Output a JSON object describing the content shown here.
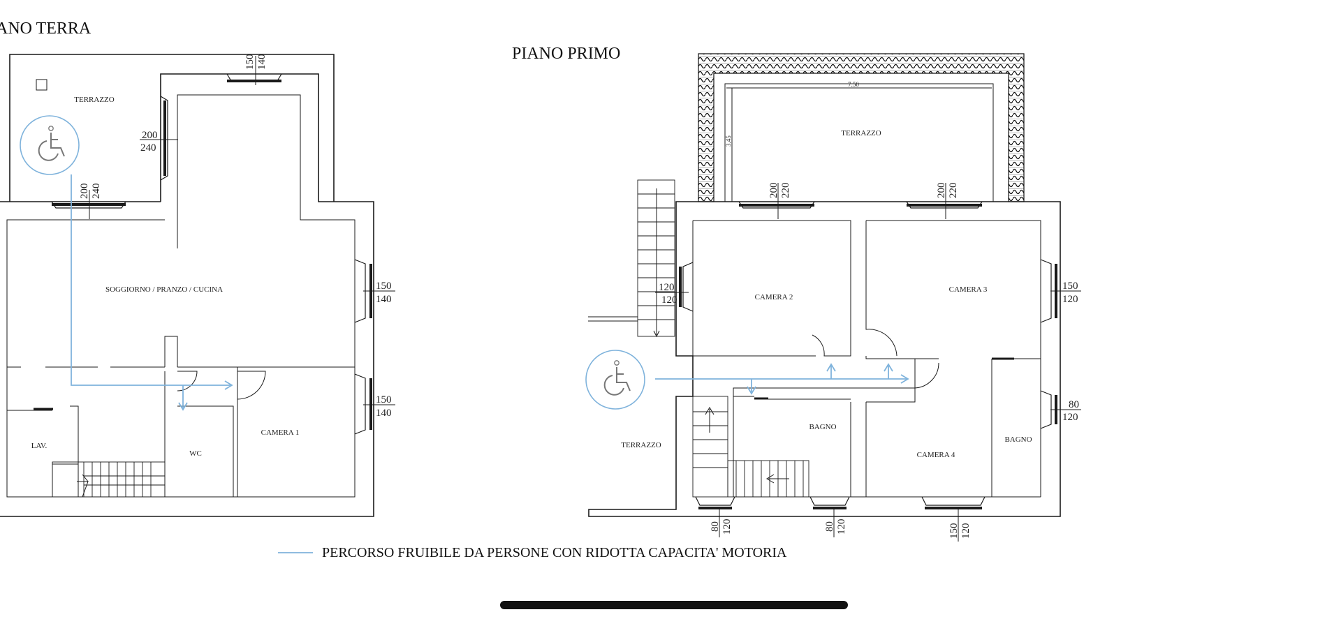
{
  "titles": {
    "ground_floor": "ANO TERRA",
    "first_floor": "PIANO PRIMO"
  },
  "ground_floor": {
    "rooms": {
      "terrazzo": "TERRAZZO",
      "soggiorno": "SOGGIORNO / PRANZO / CUCINA",
      "camera1": "CAMERA 1",
      "wc": "WC",
      "lav": "LAV."
    },
    "dims": {
      "top_window_w": "150",
      "top_window_h": "140",
      "left_window_w": "200",
      "left_window_h": "240",
      "door_w": "200",
      "door_h": "240",
      "right_upper_w": "150",
      "right_upper_h": "140",
      "right_lower_w": "150",
      "right_lower_h": "140"
    }
  },
  "first_floor": {
    "rooms": {
      "terrazzo_top": "TERRAZZO",
      "camera2": "CAMERA 2",
      "camera3": "CAMERA 3",
      "camera4": "CAMERA 4",
      "bagno1": "BAGNO",
      "bagno2": "BAGNO",
      "terrazzo_left": "TERRAZZO"
    },
    "dims": {
      "terrace_width": "7.50",
      "terrace_depth": "3.45",
      "cam2_top_w": "200",
      "cam2_top_h": "220",
      "cam3_top_w": "200",
      "cam3_top_h": "220",
      "cam2_left_w": "120",
      "cam2_left_h": "120",
      "cam3_right_w": "150",
      "cam3_right_h": "120",
      "bagno_right_w": "80",
      "bagno_right_h": "120",
      "bottom1_w": "80",
      "bottom1_h": "120",
      "bottom2_w": "80",
      "bottom2_h": "120",
      "bottom3_w": "150",
      "bottom3_h": "120"
    }
  },
  "legend": {
    "label": "PERCORSO FRUIBILE DA PERSONE CON RIDOTTA CAPACITA' MOTORIA",
    "color": "#7fb3dc"
  },
  "icons": [
    "wheelchair-accessibility-icon",
    "wheelchair-accessibility-icon"
  ],
  "colors": {
    "wall": "#1a1a1a",
    "path": "#7fb3dc",
    "background": "#ffffff"
  }
}
